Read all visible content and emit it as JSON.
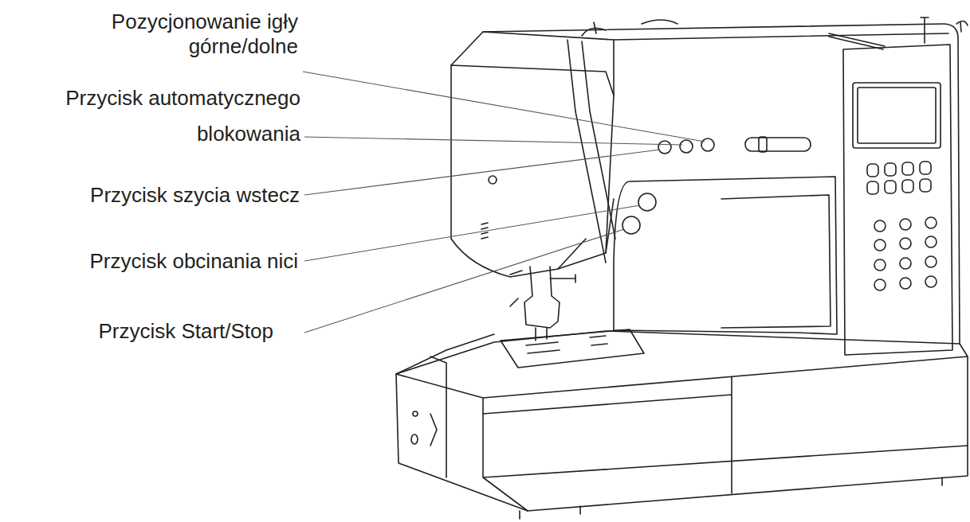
{
  "diagram": {
    "labels": [
      "Pozycjonowanie igły górne/dolne",
      "Przycisk automatycznego blokowania",
      "Przycisk szycia wstecz",
      "Przycisk obcinania nici",
      "Przycisk Start/Stop"
    ]
  }
}
